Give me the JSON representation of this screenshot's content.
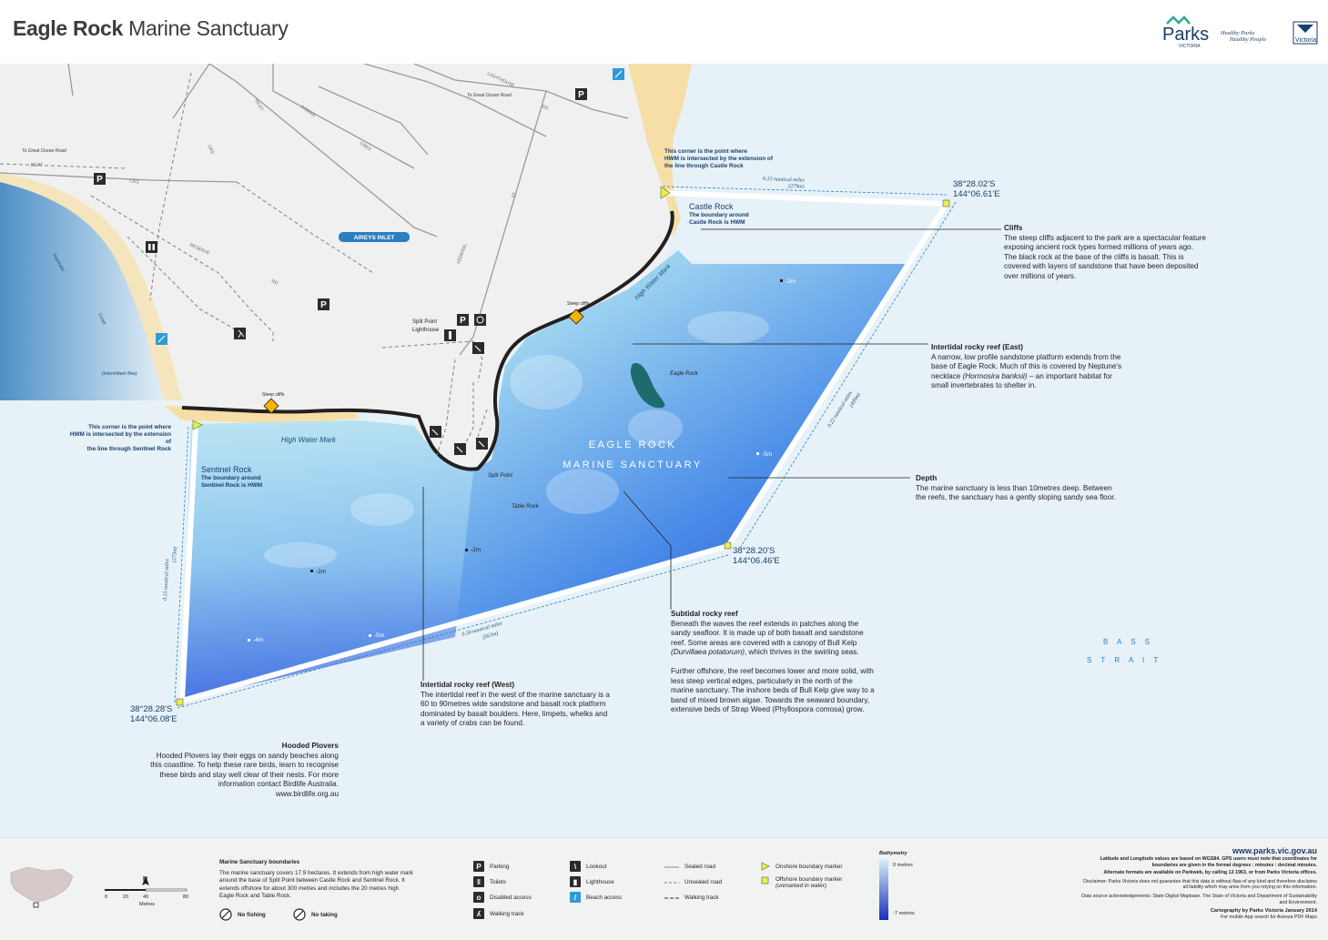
{
  "header": {
    "title_bold": "Eagle Rock",
    "title_rest": " Marine Sanctuary",
    "logo_parks": "Parks",
    "logo_victoria": "VICTORIA",
    "logo_tagline_1": "Healthy Parks",
    "logo_tagline_2": "Healthy People",
    "logo_state": "Victoria"
  },
  "map": {
    "sanctuary_label_1": "EAGLE ROCK",
    "sanctuary_label_2": "MARINE SANCTUARY",
    "town_label": "AIREYS INLET",
    "roads": {
      "lighthouse_rd_1": "LIGHTHOUSE",
      "lighthouse_rd_2": "RD",
      "to_gor_1": "To Great Ocean Road",
      "to_gor_2": "To Great Ocean Road",
      "inlet_cres": "INLET",
      "crs": "CRS",
      "crs2": "CRES",
      "roman_rd": "ROMAN",
      "reserve_rd": "RESERVE",
      "rd": "RD",
      "federal_st": "FEDERAL",
      "st": "ST",
      "boat": "BOAT",
      "crs3": "CRS",
      "creek": "Painkalac",
      "creek2": "Creek",
      "intermittent": "(Intermittent flow)"
    },
    "place_labels": {
      "split_point_lighthouse_1": "Split Point",
      "split_point_lighthouse_2": "Lighthouse",
      "split_point": "Split Point",
      "table_rock": "Table Rock",
      "eagle_rock": "Eagle Rock",
      "high_water_mark_1": "High Water Mark",
      "high_water_mark_2": "High Water Mark",
      "steep_cliffs_1": "Steep cliffs",
      "steep_cliffs_2": "Steep cliffs",
      "bass_strait_1": "B A S S",
      "bass_strait_2": "S T R A I T"
    },
    "depths": [
      "-2m",
      "-5m",
      "-2m",
      "-2m",
      "-4m",
      "-5m"
    ],
    "castle_rock": {
      "title": "Castle Rock",
      "sub_1": "The boundary around",
      "sub_2": "Castle Rock is HWM"
    },
    "sentinel_rock": {
      "title": "Sentinel Rock",
      "sub_1": "The boundary around",
      "sub_2": "Sentinel Rock is HWM"
    },
    "corner_note_east": {
      "line_1": "This corner is the point where",
      "line_2": "HWM is intersected by the extension of",
      "line_3": "the line through Castle Rock"
    },
    "corner_note_west": {
      "line_1": "This corner is the point where",
      "line_2": "HWM is intersected by the extension of",
      "line_3": "the line through Sentinel Rock"
    },
    "distances": {
      "top": "(279m)",
      "top_label": "0.15 nautical miles",
      "right": "(409m)",
      "right_label": "0.22 nautical miles",
      "bottom": "(563m)",
      "bottom_label": "0.30 nautical miles",
      "left": "(273m)",
      "left_label": "0.15 nautical miles"
    },
    "coords": {
      "ne_lat": "38°28.02'S",
      "ne_lon": "144°06.61'E",
      "se_lat": "38°28.20'S",
      "se_lon": "144°06.46'E",
      "sw_lat": "38°28.28'S",
      "sw_lon": "144°06.08'E"
    },
    "notes": {
      "cliffs_head": "Cliffs",
      "cliffs_body": "The steep cliffs adjacent to the park are a spectacular feature exposing ancient rock types formed millions of years ago. The black rock at the base of the cliffs is basalt. This is covered with layers of sandstone that have been deposited over millions of years.",
      "reef_east_head": "Intertidal rocky reef (East)",
      "reef_east_body_1": "A narrow, low profile sandstone platform extends from the base of Eagle Rock. Much of this is covered by Neptune's necklace ",
      "reef_east_italic": "(Hormosira banksii)",
      "reef_east_body_2": " – an important habitat for small invertebrates to shelter in.",
      "depth_head": "Depth",
      "depth_body": "The marine sanctuary is less than 10metres deep. Between the reefs, the sanctuary has a gently sloping sandy sea floor.",
      "subtidal_head": "Subtidal rocky reef",
      "subtidal_body_1": "Beneath the waves the reef extends in patches along the sandy seafloor. It is made up of both basalt and sandstone reef. Some areas are covered with a canopy of Bull Kelp ",
      "subtidal_italic": "(Durvillaea potatorum)",
      "subtidal_body_2": ", which thrives in the swirling seas.",
      "subtidal_body_3": "Further offshore, the reef becomes lower and more solid, with less steep vertical edges, particularly in the north of the marine sanctuary. The inshore beds of Bull Kelp give way to a band of mixed brown algae. Towards the seaward boundary, extensive beds of Strap Weed (Phyllospora comosa) grow.",
      "reef_west_head": "Intertidal rocky reef (West)",
      "reef_west_body": "The intertidal reef in the west of the marine sanctuary is a 60 to 90metres wide sandstone and basalt rock platform dominated by basalt boulders. Here, limpets, whelks and a variety of crabs can be found.",
      "plovers_head": "Hooded Plovers",
      "plovers_body": "Hooded Plovers lay their eggs on sandy beaches along this coastline. To help these rare birds, learn to recognise these birds and stay well clear of their nests. For more information contact Birdlife Australia.",
      "plovers_url": "www.birdlife.org.au"
    }
  },
  "footer": {
    "boundaries_head": "Marine Sanctuary boundaries",
    "boundaries_body": "The marine sanctuary covers 17.9 hectares. It extends from high water mark around the base of Split Point between Castle Rock and Sentinel Rock. It extends offshore for about 300 metres and includes the 20 metres high Eagle Rock and Table Rock.",
    "no_fishing": "No fishing",
    "no_taking": "No taking",
    "scale": {
      "n": "N",
      "ticks": [
        "0",
        "20",
        "40",
        "80"
      ],
      "unit": "Metres"
    },
    "legend_col1": [
      "Parking",
      "Toilets",
      "Disabled access",
      "Walking track"
    ],
    "legend_col2": [
      "Lookout",
      "Lighthouse",
      "Beach access"
    ],
    "legend_col3": [
      "Sealed road",
      "Unsealed road",
      "Walking track"
    ],
    "legend_col4": [
      "Onshore boundary marker",
      "Offshore boundary marker",
      "(unmarked in water)"
    ],
    "bathymetry": {
      "title": "Bathymetry",
      "top": "0 metres",
      "bottom": "-7 metres"
    },
    "website": "www.parks.vic.gov.au",
    "info_1": "Latitude and Longitude values are based on WGS84. GPS users must note that coordinates for boundaries are given in the format degrees : minutes : decimal minutes.",
    "info_2": "Alternate formats are available on Parkweb, by calling 13 1963, or from Parks Victoria offices.",
    "disclaimer": "Disclaimer: Parks Victoria does not guarantee that this data is without flaw of any kind and therefore disclaims all liability which may arise from you relying on this information.",
    "data_source": "Data source acknowledgements: State Digital Mapbase. The State of Victoria and Department of Sustainability and Environment.",
    "cartography": "Cartography by Parks Victoria January 2014",
    "mobile": "For mobile App search for Avenza PDF Maps"
  },
  "colors": {
    "water_light": "#e6f2f8",
    "sanctuary_deep": "#1e3fd0",
    "sanctuary_shallow": "#bfe6f2",
    "sand": "#f6dfa7",
    "land": "#f0f0f0",
    "cliff": "#231f20",
    "boundary": "#ffffff",
    "marker_offshore": "#e6f04a"
  }
}
